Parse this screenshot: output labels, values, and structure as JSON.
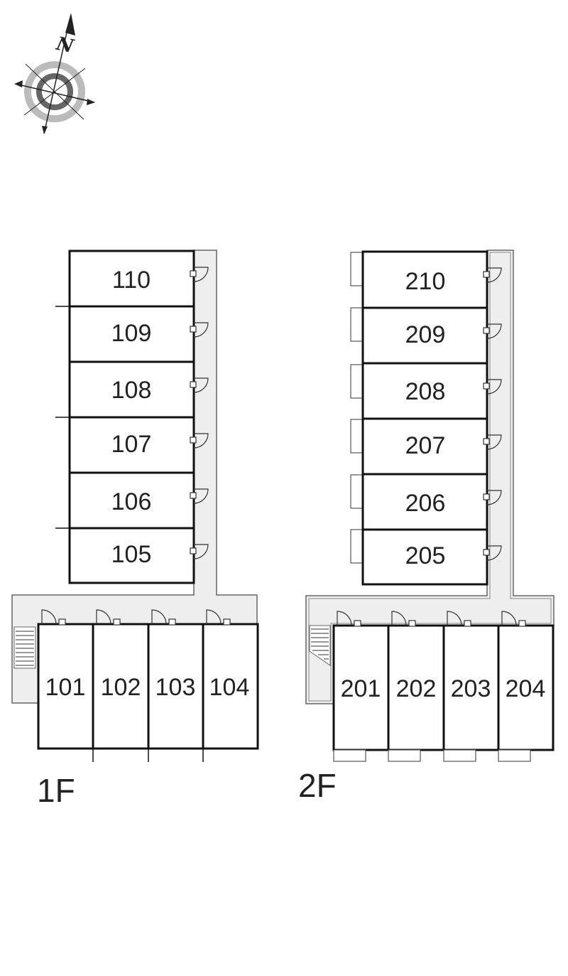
{
  "compass": {
    "north_label": "N"
  },
  "floors": [
    {
      "label": "1F",
      "units_vertical": [
        "110",
        "109",
        "108",
        "107",
        "106",
        "105"
      ],
      "units_horizontal": [
        "101",
        "102",
        "103",
        "104"
      ]
    },
    {
      "label": "2F",
      "units_vertical": [
        "210",
        "209",
        "208",
        "207",
        "206",
        "205"
      ],
      "units_horizontal": [
        "201",
        "202",
        "203",
        "204"
      ]
    }
  ],
  "colors": {
    "wall": "#111111",
    "corridor": "#eeeeee",
    "outline": "#666666",
    "compass_light": "#bbbbbb",
    "compass_dark": "#666666"
  }
}
